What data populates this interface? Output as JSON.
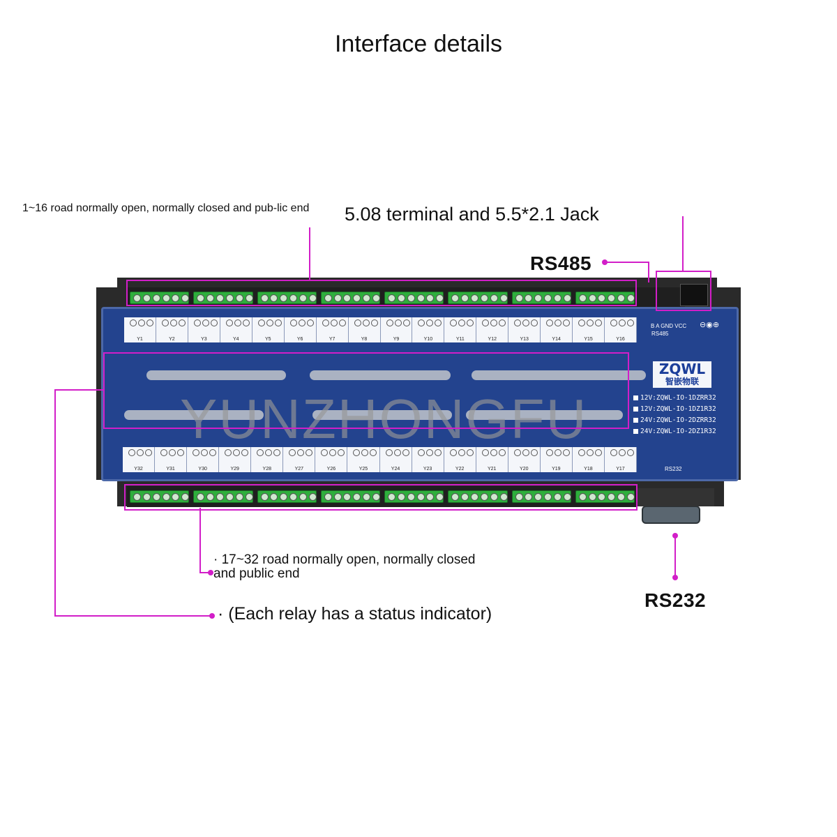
{
  "title": "Interface details",
  "annotations": {
    "top_left": "1~16 road normally open, normally closed and pub-lic end",
    "terminal_jack": "5.08 terminal and 5.5*2.1 Jack",
    "rs485": "RS485",
    "bottom_mid": "· 17~32 road normally open, normally closed and public end",
    "rs232": "RS232",
    "status": "· (Each relay has a status indicator)"
  },
  "device": {
    "brand_logo": "ZQWL",
    "brand_cn": "智嵌物联",
    "models": [
      "12V:ZQWL-IO-1DZRR32",
      "12V:ZQWL-IO-1DZ1R32",
      "24V:ZQWL-IO-2DZRR32",
      "24V:ZQWL-IO-2DZ1R32"
    ],
    "rs485_label": "RS485",
    "rs485_pins": "B  A  GND VCC",
    "rs232_label": "RS232",
    "top_channels": [
      "Y1",
      "Y2",
      "Y3",
      "Y4",
      "Y5",
      "Y6",
      "Y7",
      "Y8",
      "Y9",
      "Y10",
      "Y11",
      "Y12",
      "Y13",
      "Y14",
      "Y15",
      "Y16"
    ],
    "bottom_channels": [
      "Y32",
      "Y31",
      "Y30",
      "Y29",
      "Y28",
      "Y27",
      "Y26",
      "Y25",
      "Y24",
      "Y23",
      "Y22",
      "Y21",
      "Y20",
      "Y19",
      "Y18",
      "Y17"
    ]
  },
  "watermark": "YUNZHONGFU",
  "colors": {
    "annotation": "#d21ec8",
    "panel": "#23438e",
    "terminal": "#2eae3c"
  }
}
